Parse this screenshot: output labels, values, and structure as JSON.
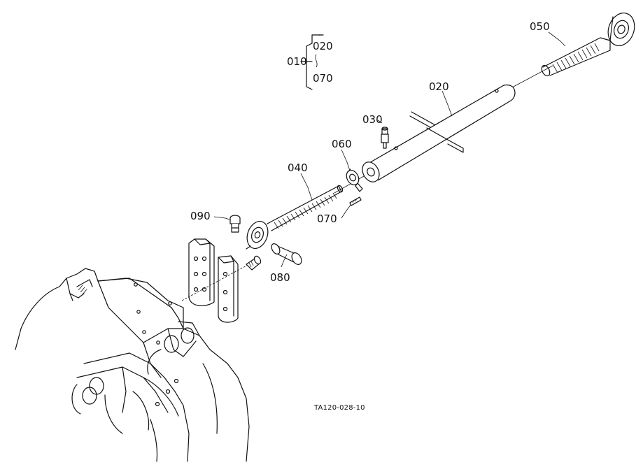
{
  "callouts": {
    "p010": "010",
    "p020_group": "020",
    "p070_group": "070",
    "p020": "020",
    "p030": "030",
    "p040": "040",
    "p050": "050",
    "p060": "060",
    "p070": "070",
    "p080": "080",
    "p090": "090"
  },
  "drawing_code": "TA120-028-10"
}
